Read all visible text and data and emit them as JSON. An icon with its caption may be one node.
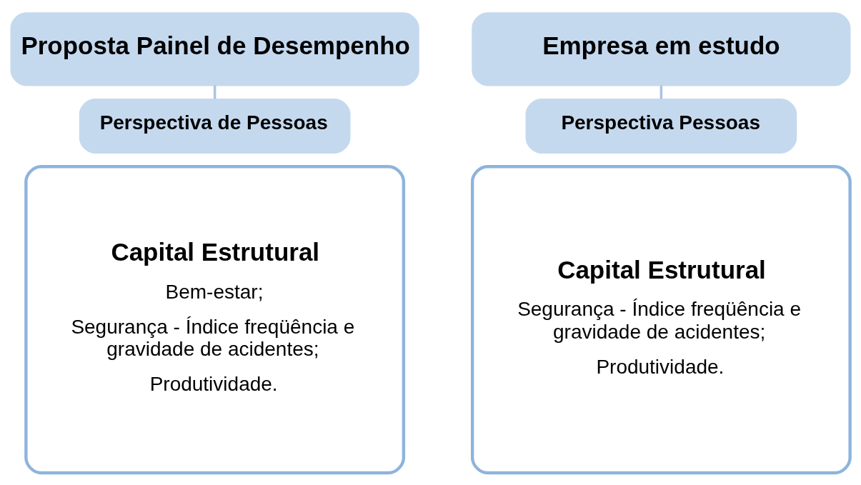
{
  "diagram": {
    "nodes": [
      {
        "text": [
          "Proposta Painel de Desempenho"
        ]
      },
      {
        "text": [
          "Perspectiva de Pessoas"
        ]
      },
      {
        "text": [
          "Capital Estrutural",
          "Bem-estar;",
          "Segurança - Índice freqüência e gravidade de acidentes;",
          "Produtividade."
        ]
      },
      {
        "text": [
          "Empresa em estudo"
        ]
      },
      {
        "text": [
          "Perspectiva Pessoas"
        ]
      },
      {
        "text": [
          "Capital Estrutural",
          "Segurança - Índice freqüência e gravidade de acidentes;",
          "Produtividade."
        ]
      }
    ],
    "edges": [
      {
        "from": 0,
        "to": 1,
        "arrow": "none"
      },
      {
        "from": 3,
        "to": 4,
        "arrow": "none"
      }
    ]
  }
}
